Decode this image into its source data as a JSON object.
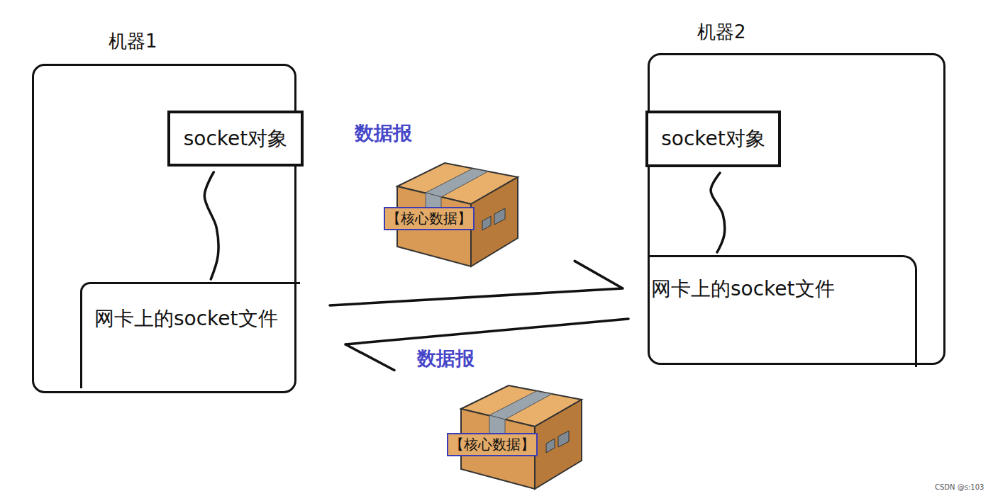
{
  "diagram": {
    "nodes": [
      {
        "text": [
          "机器1"
        ]
      },
      {
        "text": [
          "socket对象"
        ],
        "in": 0
      },
      {
        "text": [
          "网卡上的socket文件"
        ],
        "in": 0
      },
      {
        "text": [
          "机器2"
        ]
      },
      {
        "text": [
          "socket对象"
        ],
        "in": 3
      },
      {
        "text": [
          "网卡上的socket文件"
        ],
        "in": 3
      }
    ],
    "edges": [
      {
        "from": 1,
        "to": 2,
        "arrow": "none"
      },
      {
        "from": 4,
        "to": 5,
        "arrow": "none"
      },
      {
        "from": 2,
        "to": 5,
        "arrow": "to"
      },
      {
        "from": 5,
        "to": 2,
        "arrow": "to"
      }
    ],
    "labels": [
      "数据报",
      "【核心数据】",
      "数据报",
      "【核心数据】",
      "CSDN @s:103"
    ]
  }
}
